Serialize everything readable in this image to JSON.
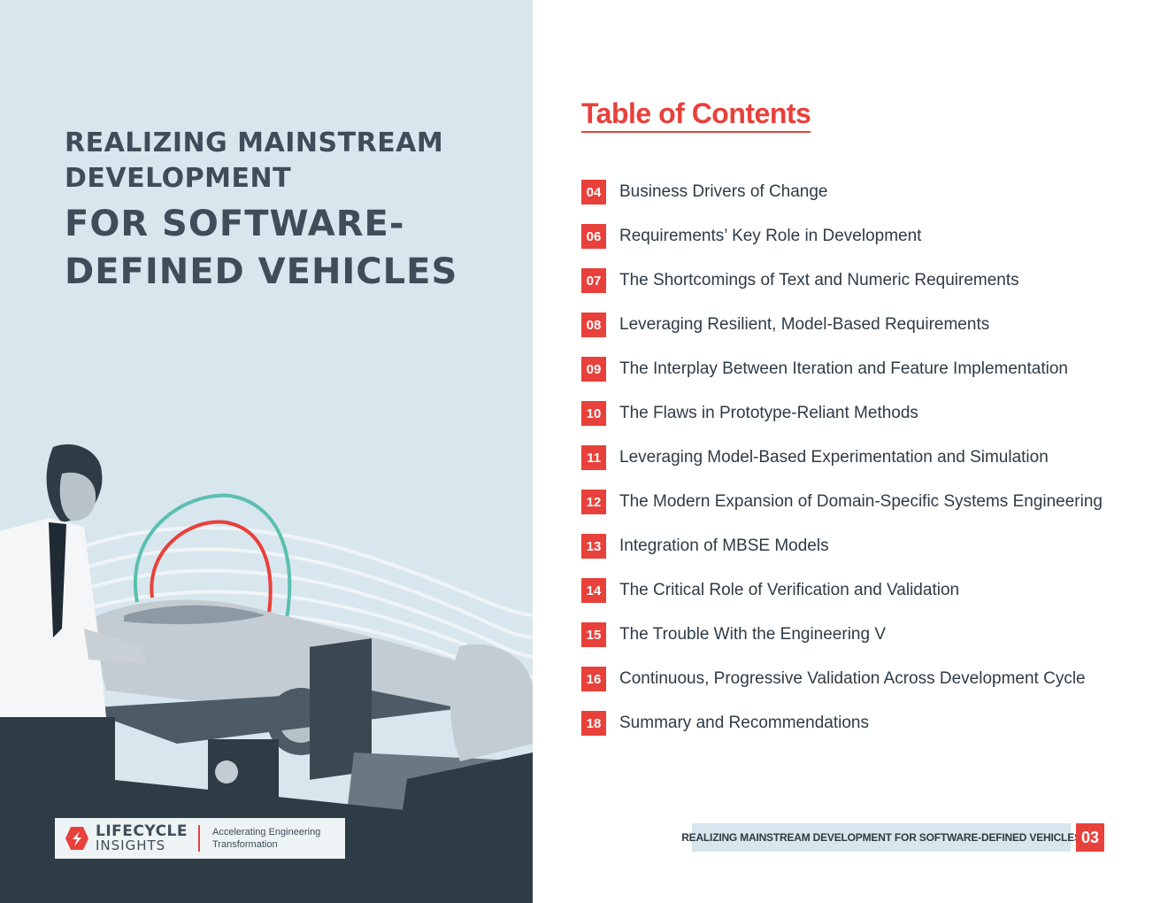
{
  "cover": {
    "title_line1": "REALIZING MAINSTREAM",
    "title_line2": "DEVELOPMENT",
    "title_line3": "FOR SOFTWARE-",
    "title_line4": "DEFINED VEHICLES"
  },
  "brand": {
    "name_line1": "LIFECYCLE",
    "name_line2": "INSIGHTS",
    "tagline": "Accelerating Engineering Transformation"
  },
  "toc": {
    "heading": "Table of Contents",
    "items": [
      {
        "page": "04",
        "label": "Business Drivers of Change"
      },
      {
        "page": "06",
        "label": "Requirements’ Key Role in Development"
      },
      {
        "page": "07",
        "label": "The Shortcomings of Text and Numeric Requirements"
      },
      {
        "page": "08",
        "label": "Leveraging Resilient, Model-Based Requirements"
      },
      {
        "page": "09",
        "label": "The Interplay Between Iteration and Feature Implementation"
      },
      {
        "page": "10",
        "label": "The Flaws in Prototype-Reliant Methods"
      },
      {
        "page": "11",
        "label": "Leveraging Model-Based Experimentation and Simulation"
      },
      {
        "page": "12",
        "label": "The Modern Expansion of Domain-Specific Systems Engineering"
      },
      {
        "page": "13",
        "label": "Integration of MBSE Models"
      },
      {
        "page": "14",
        "label": "The Critical Role of Verification and Validation"
      },
      {
        "page": "15",
        "label": "The Trouble With the Engineering V"
      },
      {
        "page": "16",
        "label": "Continuous, Progressive Validation Across Development Cycle"
      },
      {
        "page": "18",
        "label": "Summary and Recommendations"
      }
    ]
  },
  "footer": {
    "running_title": "REALIZING MAINSTREAM DEVELOPMENT FOR SOFTWARE-DEFINED VEHICLES",
    "page_number": "03"
  },
  "colors": {
    "accent": "#e8403a",
    "panel_bg": "#d8e6ee",
    "title_text": "#3e4d59",
    "body_text": "#2f3b45",
    "arc_teal": "#5bbfb0"
  }
}
